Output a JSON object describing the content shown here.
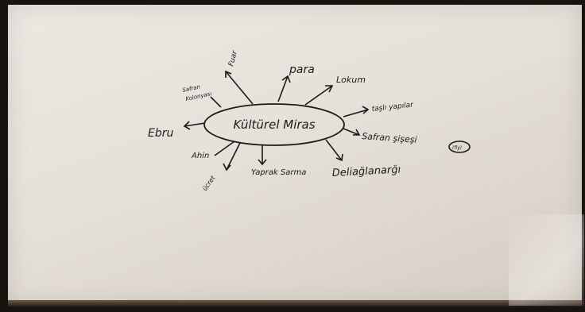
{
  "mindmap": {
    "center": "Kültürel Miras",
    "branches": {
      "para": "para",
      "lokum": "Lokum",
      "tas_yapilar": "taşlı yapılar",
      "safran_sisesi": "Safran şişeşi",
      "safran_sisesi_suffix": "(fly)",
      "deliaglanlari": "Deliağlanarğı",
      "yaprak_sarma": "Yaprak Sarma",
      "ahin": "Ahin",
      "ebru": "Ebru",
      "safran_kolonyasi_1": "Safran",
      "safran_kolonyasi_2": "Kolonyası",
      "fuar": "Fuar",
      "lower_left": "ücret"
    }
  }
}
